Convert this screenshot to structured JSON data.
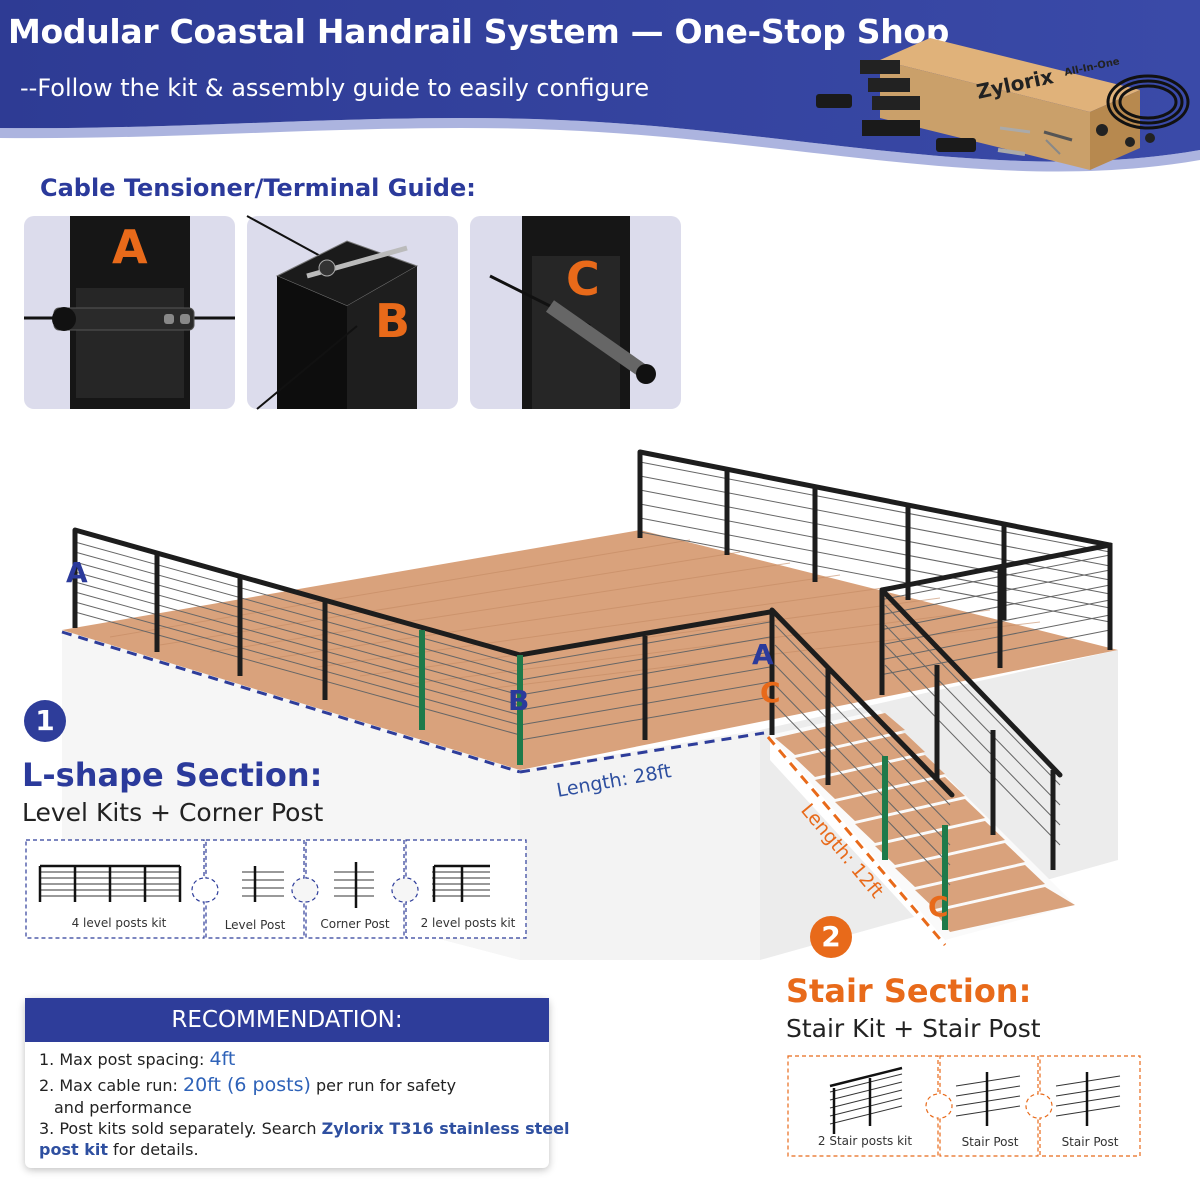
{
  "header": {
    "title": "Modular Coastal Handrail System — One-Stop Shop",
    "subtitle": "--Follow the kit & assembly guide to easily configure",
    "brand": "Zylorix",
    "box_badge": "All-In-One"
  },
  "guide": {
    "heading": "Cable Tensioner/Terminal Guide:",
    "tiles": [
      {
        "letter": "A"
      },
      {
        "letter": "B"
      },
      {
        "letter": "C"
      }
    ]
  },
  "scene": {
    "markers": {
      "a_left": "A",
      "b_left": "B",
      "a_stair": "A",
      "c_top": "C",
      "c_bottom": "C"
    },
    "length_level": "Length: 28ft",
    "length_stair": "Length: 12ft"
  },
  "lshape": {
    "number": "1",
    "title": "L-shape Section:",
    "subtitle": "Level Kits + Corner Post",
    "kits": [
      {
        "label": "4 level posts kit"
      },
      {
        "label": "Level Post"
      },
      {
        "label": "Corner Post"
      },
      {
        "label": "2 level posts kit"
      }
    ]
  },
  "stair": {
    "number": "2",
    "title": "Stair Section:",
    "subtitle": "Stair Kit + Stair Post",
    "kits": [
      {
        "label": "2 Stair posts kit"
      },
      {
        "label": "Stair Post"
      },
      {
        "label": "Stair Post"
      }
    ]
  },
  "recommendation": {
    "header": "RECOMMENDATION:",
    "item1_prefix": "1. Max post spacing: ",
    "item1_value": "4ft",
    "item2_prefix": "2. Max cable run: ",
    "item2_value": "20ft (6 posts)",
    "item2_suffix": " per run for safety",
    "item2_line2": "and performance",
    "item3_prefix": "3. Post kits sold separately. Search ",
    "item3_link_a": "Zylorix T316 stainless steel",
    "item3_link_b": "post kit",
    "item3_suffix": " for details."
  },
  "colors": {
    "banner": "#2f3c96",
    "heading_blue": "#2b3a9b",
    "accent_orange": "#e86a1a",
    "deck_wood": "#d9a27c",
    "post_green": "#1e7a4a",
    "rail_black": "#1d1d1d"
  }
}
